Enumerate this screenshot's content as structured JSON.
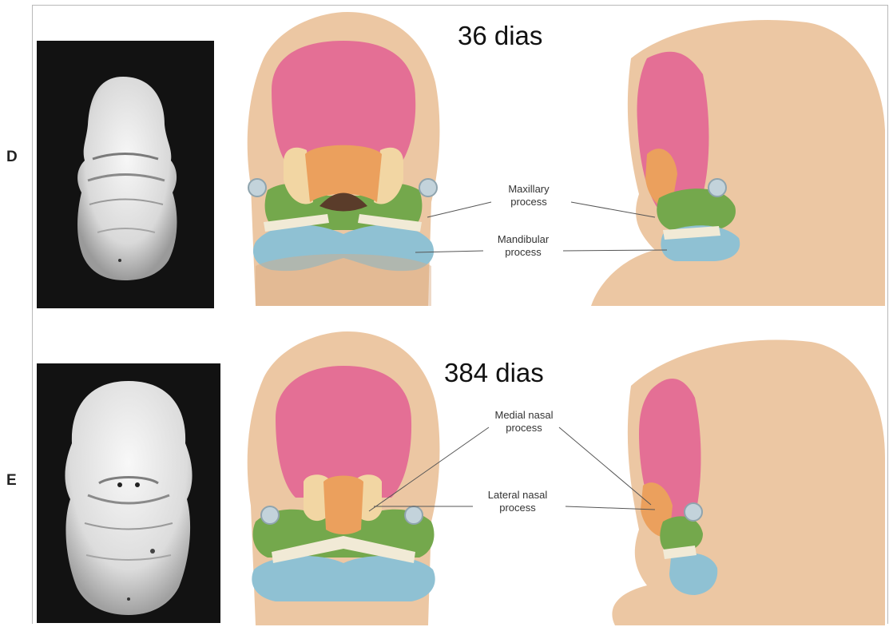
{
  "rows": [
    {
      "row_label": "D",
      "stage_label": "36 dias",
      "callouts": [
        "Maxillary\nprocess",
        "Mandibular\nprocess"
      ]
    },
    {
      "row_label": "E",
      "stage_label": "384 dias",
      "callouts": [
        "Medial nasal\nprocess",
        "Lateral nasal\nprocess"
      ]
    }
  ],
  "colors": {
    "skin": "#ecc7a3",
    "skin_shadow": "#d9ab82",
    "forebrain_pink": "#e46f95",
    "nasal_orange": "#eba05d",
    "nasal_light": "#f2d6a3",
    "maxillary_green": "#74a84c",
    "mandibular_blue": "#8fc1d3",
    "stomodeum_dark": "#5a3c2a",
    "photo_bg": "#121212"
  }
}
